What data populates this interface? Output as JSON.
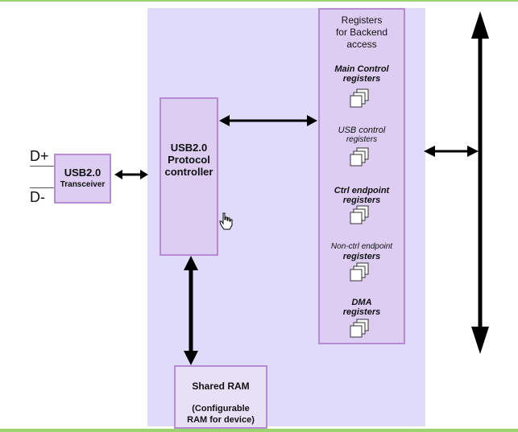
{
  "pins": {
    "dplus": "D+",
    "dminus": "D-"
  },
  "transceiver": {
    "line1": "USB2.0",
    "line2": "Transceiver"
  },
  "protocol": {
    "line1": "USB2.0",
    "line2": "Protocol",
    "line3": "controller"
  },
  "ram": {
    "title": "Shared RAM",
    "line1": "(Configurable",
    "line2": "RAM for device)"
  },
  "registers": {
    "header": [
      "Registers",
      "for Backend",
      "access"
    ],
    "groups": [
      {
        "line1": "Main Control",
        "line2": "registers"
      },
      {
        "line1": "USB control",
        "line2": "registers"
      },
      {
        "line1": "Ctrl endpoint",
        "line2": "registers"
      },
      {
        "line1": "Non-ctrl endpoint",
        "line2": "registers"
      },
      {
        "line1": "DMA",
        "line2": "registers"
      }
    ]
  },
  "colors": {
    "panel": "#e1dbfb",
    "box_fill": "#ddcdf3",
    "box_border": "#b78bd6",
    "accent_line": "#9bd36e"
  }
}
